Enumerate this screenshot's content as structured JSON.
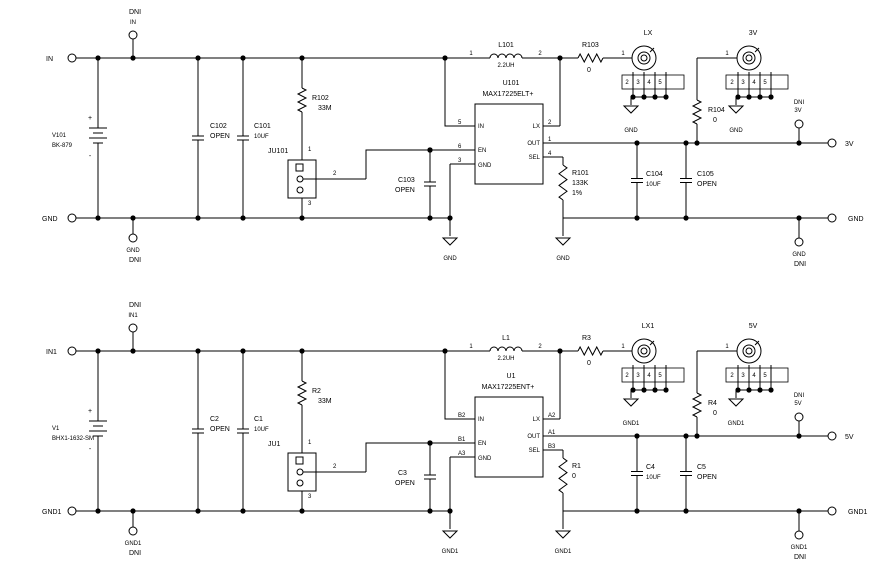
{
  "circuits": [
    {
      "net_in": "IN",
      "net_gnd": "GND",
      "net_out": "3V",
      "dni": "DNI",
      "tp_in": "IN",
      "tp_gnd": "GND",
      "tp_out": "3V",
      "battery": {
        "ref": "V101",
        "value": "BK-879",
        "plus": "+",
        "minus": "-"
      },
      "c_open": {
        "ref": "C102",
        "value": "OPEN"
      },
      "c_in": {
        "ref": "C101",
        "value": "10UF"
      },
      "r_en": {
        "ref": "R102",
        "value": "33M"
      },
      "jumper": {
        "ref": "JU101",
        "pin1": "1",
        "pin2": "2",
        "pin3": "3"
      },
      "c_en": {
        "ref": "C103",
        "value": "OPEN"
      },
      "inductor": {
        "ref": "L101",
        "value": "2.2UH",
        "pin1": "1",
        "pin2": "2"
      },
      "ic": {
        "ref": "U101",
        "part": "MAX17225ELT+",
        "pin_in": "IN",
        "pin_en": "EN",
        "pin_gnd": "GND",
        "pin_lx": "LX",
        "pin_out": "OUT",
        "pin_sel": "SEL",
        "num_in": "5",
        "num_en": "6",
        "num_gnd": "3",
        "num_lx": "2",
        "num_out": "1",
        "num_sel": "4"
      },
      "r_lx": {
        "ref": "R103",
        "value": "0"
      },
      "r_sel": {
        "ref": "R101",
        "value": "133K",
        "tol": "1%"
      },
      "c_out": {
        "ref": "C104",
        "value": "10UF"
      },
      "c_out2": {
        "ref": "C105",
        "value": "OPEN"
      },
      "r_out": {
        "ref": "R104",
        "value": "0"
      },
      "conn_lx": {
        "ref": "LX",
        "p1": "1",
        "p2": "2",
        "p3": "3",
        "p4": "4",
        "p5": "5"
      },
      "conn_out": {
        "ref": "3V",
        "p1": "1",
        "p2": "2",
        "p3": "3",
        "p4": "4",
        "p5": "5"
      },
      "gnd_labels": {
        "ic": "GND",
        "sel": "GND",
        "conn_lx": "GND",
        "conn_out": "GND"
      }
    },
    {
      "net_in": "IN1",
      "net_gnd": "GND1",
      "net_out": "5V",
      "dni": "DNI",
      "tp_in": "IN1",
      "tp_gnd": "GND1",
      "tp_out": "5V",
      "battery": {
        "ref": "V1",
        "value": "BHX1-1632-SM",
        "plus": "+",
        "minus": "-"
      },
      "c_open": {
        "ref": "C2",
        "value": "OPEN"
      },
      "c_in": {
        "ref": "C1",
        "value": "10UF"
      },
      "r_en": {
        "ref": "R2",
        "value": "33M"
      },
      "jumper": {
        "ref": "JU1",
        "pin1": "1",
        "pin2": "2",
        "pin3": "3"
      },
      "c_en": {
        "ref": "C3",
        "value": "OPEN"
      },
      "inductor": {
        "ref": "L1",
        "value": "2.2UH",
        "pin1": "1",
        "pin2": "2"
      },
      "ic": {
        "ref": "U1",
        "part": "MAX17225ENT+",
        "pin_in": "IN",
        "pin_en": "EN",
        "pin_gnd": "GND",
        "pin_lx": "LX",
        "pin_out": "OUT",
        "pin_sel": "SEL",
        "num_in": "B2",
        "num_en": "B1",
        "num_gnd": "A3",
        "num_lx": "A2",
        "num_out": "A1",
        "num_sel": "B3"
      },
      "r_lx": {
        "ref": "R3",
        "value": "0"
      },
      "r_sel": {
        "ref": "R1",
        "value": "0",
        "tol": ""
      },
      "c_out": {
        "ref": "C4",
        "value": "10UF"
      },
      "c_out2": {
        "ref": "C5",
        "value": "OPEN"
      },
      "r_out": {
        "ref": "R4",
        "value": "0"
      },
      "conn_lx": {
        "ref": "LX1",
        "p1": "1",
        "p2": "2",
        "p3": "3",
        "p4": "4",
        "p5": "5"
      },
      "conn_out": {
        "ref": "5V",
        "p1": "1",
        "p2": "2",
        "p3": "3",
        "p4": "4",
        "p5": "5"
      },
      "gnd_labels": {
        "ic": "GND1",
        "sel": "GND1",
        "conn_lx": "GND1",
        "conn_out": "GND1"
      }
    }
  ]
}
